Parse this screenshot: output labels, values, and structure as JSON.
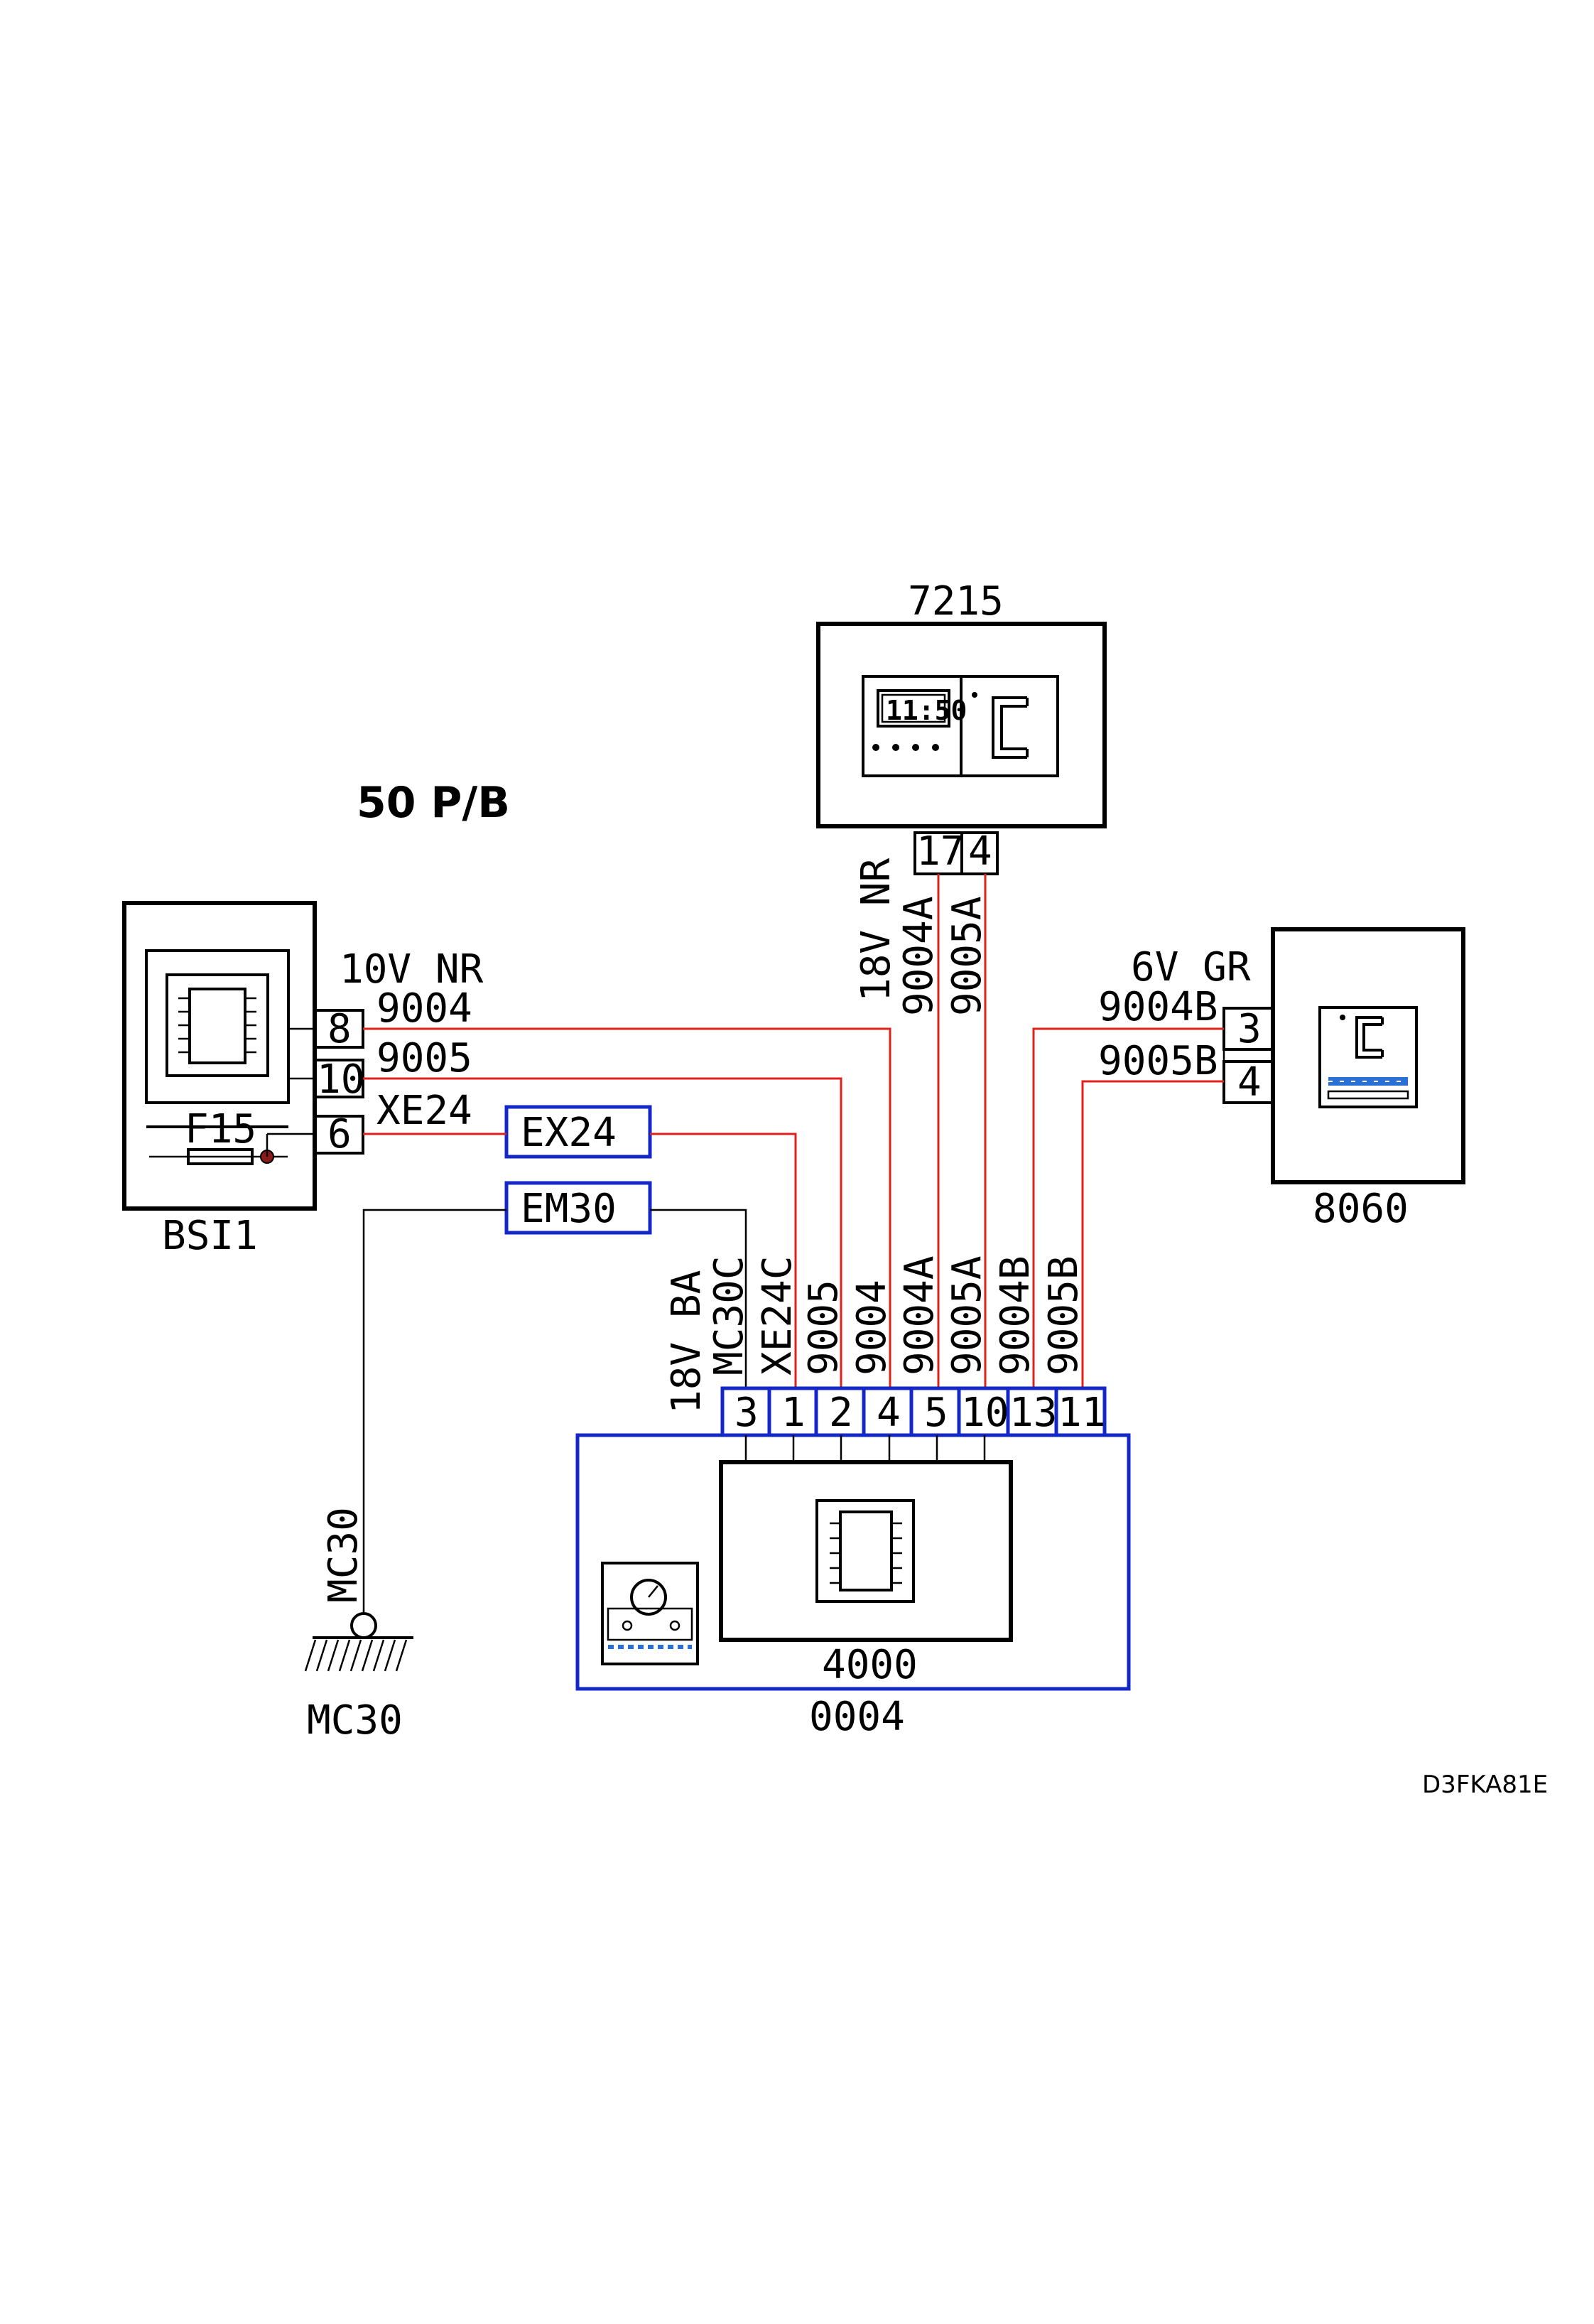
{
  "title": "50 P/B",
  "reference": "D3FKA81E",
  "colors": {
    "wire": "#e0201a",
    "connector_box": "#1428c8",
    "line": "#000000"
  },
  "components": {
    "bsi": {
      "name": "BSI1",
      "fuse": "F15",
      "pins": [
        "8",
        "10",
        "6"
      ],
      "connector": "10V NR"
    },
    "display": {
      "name": "7215",
      "clock": "11:50",
      "pins": [
        "17",
        "4"
      ],
      "connector": "18V NR"
    },
    "sensor": {
      "name": "8060",
      "pins": [
        "3",
        "4"
      ],
      "connector": "6V GR"
    },
    "ecu": {
      "name": "4000",
      "connector_ref": "0004",
      "connector": "18V BA",
      "pins": [
        "3",
        "1",
        "2",
        "4",
        "5",
        "10",
        "13",
        "11"
      ]
    },
    "ground": {
      "name": "MC30",
      "wire_label": "MC30"
    }
  },
  "interconnects": {
    "ex": "EX24",
    "em": "EM30"
  },
  "wires": {
    "bsi_8": "9004",
    "bsi_10": "9005",
    "bsi_6": "XE24",
    "disp_17": "9004A",
    "disp_4": "9005A",
    "sens_3": "9004B",
    "sens_4": "9005B",
    "ecu_labels": [
      "MC30C",
      "XE24C",
      "9005",
      "9004",
      "9004A",
      "9005A",
      "9004B",
      "9005B"
    ]
  }
}
